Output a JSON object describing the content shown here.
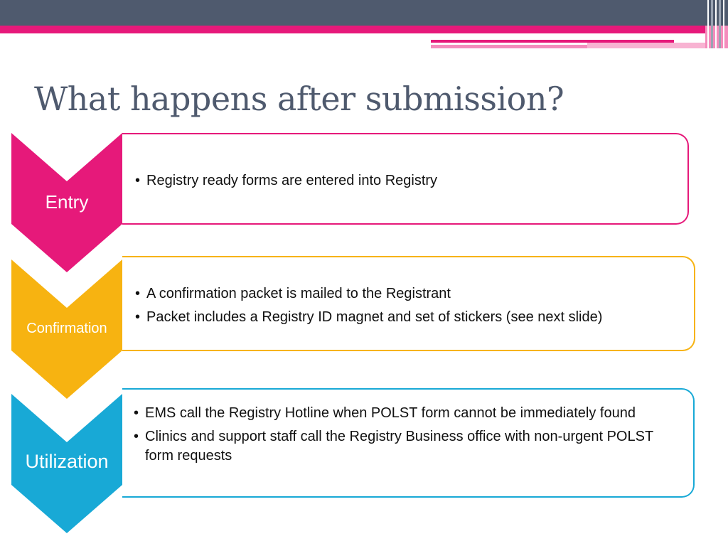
{
  "title": "What happens after submission?",
  "colors": {
    "header_dark": "#4f5a6e",
    "pink": "#e6197a",
    "yellow": "#f7b311",
    "cyan": "#18a9d6"
  },
  "steps": [
    {
      "label": "Entry",
      "color": "#e6197a",
      "bullets": [
        "Registry ready forms are entered into Registry"
      ]
    },
    {
      "label": "Confirmation",
      "color": "#f7b311",
      "bullets": [
        "A confirmation packet is mailed to the Registrant",
        "Packet includes a Registry ID magnet and set of stickers (see next slide)"
      ]
    },
    {
      "label": "Utilization",
      "color": "#18a9d6",
      "bullets": [
        "EMS call the Registry Hotline when POLST form cannot be immediately found",
        "Clinics and support staff call the Registry Business office with non-urgent POLST form requests"
      ]
    }
  ]
}
